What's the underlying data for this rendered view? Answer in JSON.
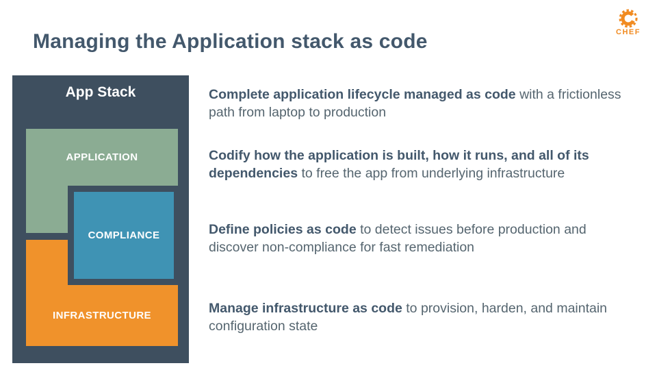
{
  "slide": {
    "title": "Managing the Application stack as code"
  },
  "logo": {
    "brand": "CHEF",
    "color": "#F18B21"
  },
  "stack": {
    "title": "App Stack",
    "panel_color": "#3E4F5F",
    "layers": [
      {
        "label": "APPLICATION",
        "color": "#8BAC93"
      },
      {
        "label": "COMPLIANCE",
        "color": "#3F93B4"
      },
      {
        "label": "INFRASTRUCTURE",
        "color": "#F0922B"
      }
    ]
  },
  "points": [
    {
      "bold": "Complete application lifecycle managed as code",
      "rest": " with a frictionless path from laptop to production"
    },
    {
      "bold": "Codify how the application is built, how it runs, and all of its dependencies",
      "rest": " to free the app from underlying infrastructure"
    },
    {
      "bold": "Define policies as code",
      "rest": " to detect issues before production and discover non-compliance for fast remediation"
    },
    {
      "bold": "Manage infrastructure as code",
      "rest": " to provision, harden, and maintain configuration state"
    }
  ]
}
